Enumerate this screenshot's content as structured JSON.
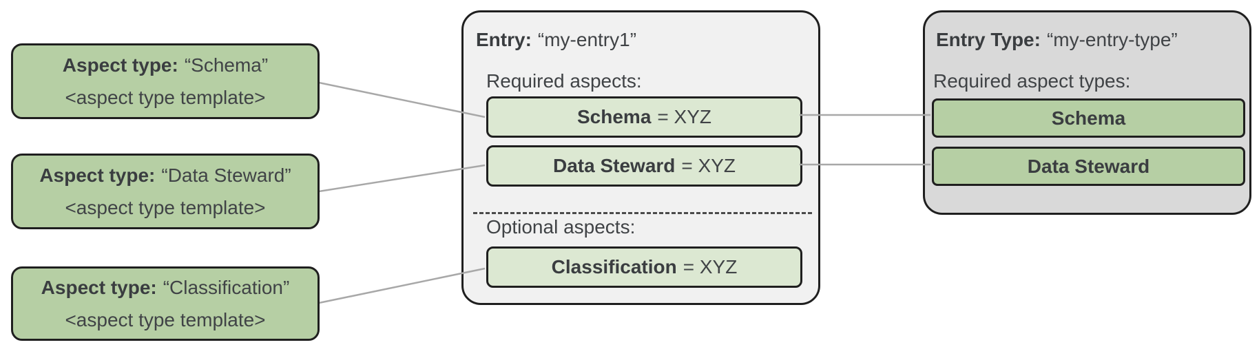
{
  "diagram": {
    "aspect_type_cards": [
      {
        "title_label": "Aspect type:",
        "title_value": "“Schema”",
        "subtitle": "<aspect type template>"
      },
      {
        "title_label": "Aspect type:",
        "title_value": "“Data Steward”",
        "subtitle": "<aspect type template>"
      },
      {
        "title_label": "Aspect type:",
        "title_value": "“Classification”",
        "subtitle": "<aspect type template>"
      }
    ],
    "entry": {
      "title_label": "Entry:",
      "title_value": "“my-entry1”",
      "required_heading": "Required aspects:",
      "required_aspects": [
        {
          "name": "Schema",
          "suffix": "= XYZ"
        },
        {
          "name": "Data Steward",
          "suffix": "= XYZ"
        }
      ],
      "optional_heading": "Optional aspects:",
      "optional_aspects": [
        {
          "name": "Classification",
          "suffix": "= XYZ"
        }
      ]
    },
    "entry_type": {
      "title_label": "Entry Type:",
      "title_value": "“my-entry-type”",
      "required_heading": "Required aspect types:",
      "required_aspect_types": [
        {
          "name": "Schema"
        },
        {
          "name": "Data Steward"
        }
      ]
    },
    "colors": {
      "green_fill": "#b6cfa4",
      "light_green_fill": "#dce8d2",
      "entry_panel_fill": "#f1f1f1",
      "entry_type_panel_fill": "#d9d9d9",
      "border": "#1f1f1f",
      "connector": "#a8a8a8",
      "text": "#404346"
    }
  }
}
